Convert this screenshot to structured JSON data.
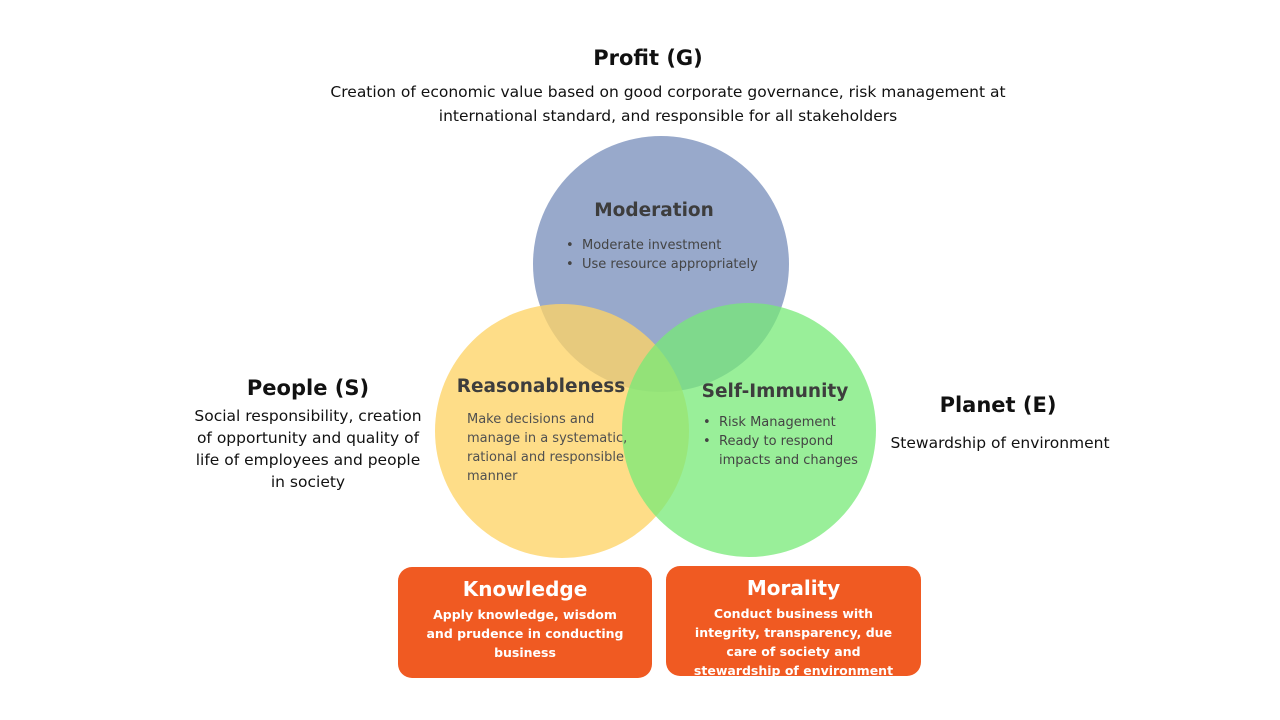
{
  "colors": {
    "moderation_circle": "#8196bf",
    "reasonableness_circle": "#fed466",
    "self_immunity_circle": "#77ea77",
    "box_orange": "#f05a22"
  },
  "profit": {
    "title": "Profit (G)",
    "description": "Creation of economic value based on good corporate governance, risk management at international standard, and responsible for all stakeholders"
  },
  "people": {
    "title": "People (S)",
    "description": "Social responsibility, creation of opportunity and quality of life of employees and people in society"
  },
  "planet": {
    "title": "Planet (E)",
    "description": "Stewardship of environment"
  },
  "moderation": {
    "title": "Moderation",
    "bullets": [
      "Moderate investment",
      "Use resource appropriately"
    ]
  },
  "reasonableness": {
    "title": "Reasonableness",
    "text": "Make decisions and manage in a systematic, rational and responsible manner"
  },
  "self_immunity": {
    "title": "Self-Immunity",
    "bullets": [
      "Risk Management",
      "Ready to respond impacts and changes"
    ]
  },
  "knowledge": {
    "title": "Knowledge",
    "description": "Apply knowledge, wisdom and prudence in conducting business"
  },
  "morality": {
    "title": "Morality",
    "description": "Conduct business with integrity, transparency, due care of society and stewardship of environment"
  }
}
